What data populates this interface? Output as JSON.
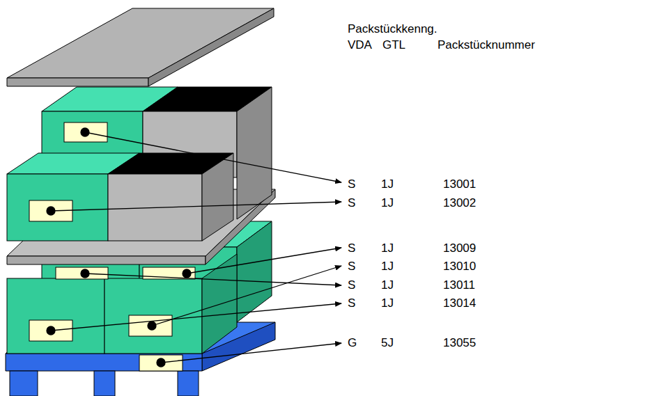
{
  "diagram": {
    "labels": [
      "Packstückkenng.",
      "VDA",
      "GTL",
      "Packstücknummer",
      "S",
      "1J",
      "13001",
      "S",
      "1J",
      "13002",
      "S",
      "1J",
      "13009",
      "S",
      "1J",
      "13010",
      "S",
      "1J",
      "13011",
      "S",
      "1J",
      "13014",
      "G",
      "5J",
      "13055"
    ]
  }
}
